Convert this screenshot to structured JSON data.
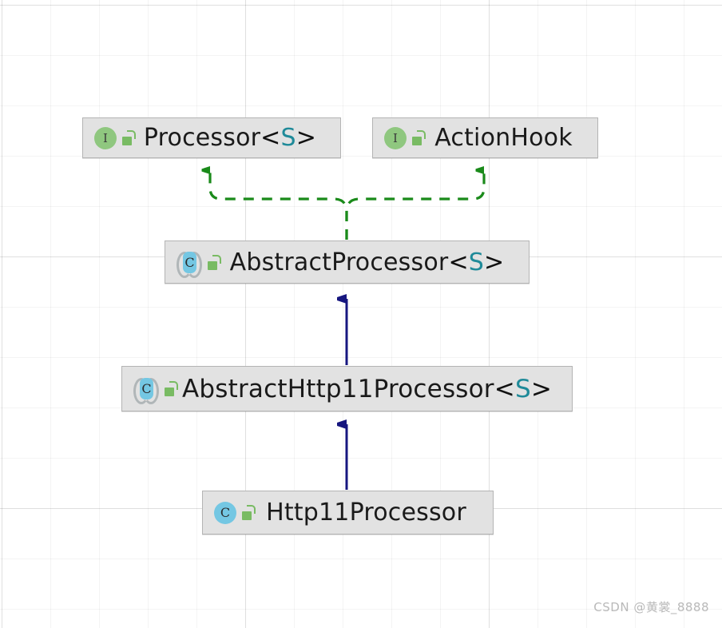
{
  "diagram": {
    "type": "uml-class-hierarchy",
    "background": "#ffffff",
    "grid_color": "#f0f0f0",
    "nodes": [
      {
        "id": "processor",
        "name_prefix": "Processor",
        "generic": "S",
        "full_label": "Processor<S>",
        "stereotype": "interface",
        "icon": "interface-icon",
        "icon_letter": "I",
        "visibility_icon": "open-padlock-icon",
        "icon_color": "#8fc77f",
        "box_color": "#e2e2e2",
        "border_color": "#b4b4b4"
      },
      {
        "id": "actionhook",
        "name_prefix": "ActionHook",
        "generic": "",
        "full_label": "ActionHook",
        "stereotype": "interface",
        "icon": "interface-icon",
        "icon_letter": "I",
        "visibility_icon": "open-padlock-icon",
        "icon_color": "#8fc77f",
        "box_color": "#e2e2e2",
        "border_color": "#b4b4b4"
      },
      {
        "id": "abstractprocessor",
        "name_prefix": "AbstractProcessor",
        "generic": "S",
        "full_label": "AbstractProcessor<S>",
        "stereotype": "abstract-class",
        "icon": "abstract-class-icon",
        "icon_letter": "C",
        "visibility_icon": "open-padlock-icon",
        "icon_color": "#74c7e3",
        "box_color": "#e2e2e2",
        "border_color": "#b4b4b4"
      },
      {
        "id": "abstracthttp11processor",
        "name_prefix": "AbstractHttp11Processor",
        "generic": "S",
        "full_label": "AbstractHttp11Processor<S>",
        "stereotype": "abstract-class",
        "icon": "abstract-class-icon",
        "icon_letter": "C",
        "visibility_icon": "open-padlock-icon",
        "icon_color": "#74c7e3",
        "box_color": "#e2e2e2",
        "border_color": "#b4b4b4"
      },
      {
        "id": "http11processor",
        "name_prefix": "Http11Processor",
        "generic": "",
        "full_label": "Http11Processor",
        "stereotype": "class",
        "icon": "class-icon",
        "icon_letter": "C",
        "visibility_icon": "open-padlock-icon",
        "icon_color": "#74c7e3",
        "box_color": "#e2e2e2",
        "border_color": "#b4b4b4"
      }
    ],
    "edges": [
      {
        "id": "abstractprocessor-implements-processor",
        "from": "abstractprocessor",
        "to": "processor",
        "relation": "realization",
        "style": "dashed",
        "color": "#1a8a1a",
        "arrow": "triangle-filled"
      },
      {
        "id": "abstractprocessor-implements-actionhook",
        "from": "abstractprocessor",
        "to": "actionhook",
        "relation": "realization",
        "style": "dashed",
        "color": "#1a8a1a",
        "arrow": "triangle-filled"
      },
      {
        "id": "abstracthttp11processor-extends-abstractprocessor",
        "from": "abstracthttp11processor",
        "to": "abstractprocessor",
        "relation": "generalization",
        "style": "solid",
        "color": "#1a1a8c",
        "arrow": "triangle-filled"
      },
      {
        "id": "http11processor-extends-abstracthttp11processor",
        "from": "http11processor",
        "to": "abstracthttp11processor",
        "relation": "generalization",
        "style": "solid",
        "color": "#1a1a8c",
        "arrow": "triangle-filled"
      }
    ]
  },
  "angle_open": "<",
  "angle_close": ">",
  "watermark": {
    "text": "CSDN @黄裳_8888",
    "color": "#b9b9b9"
  }
}
